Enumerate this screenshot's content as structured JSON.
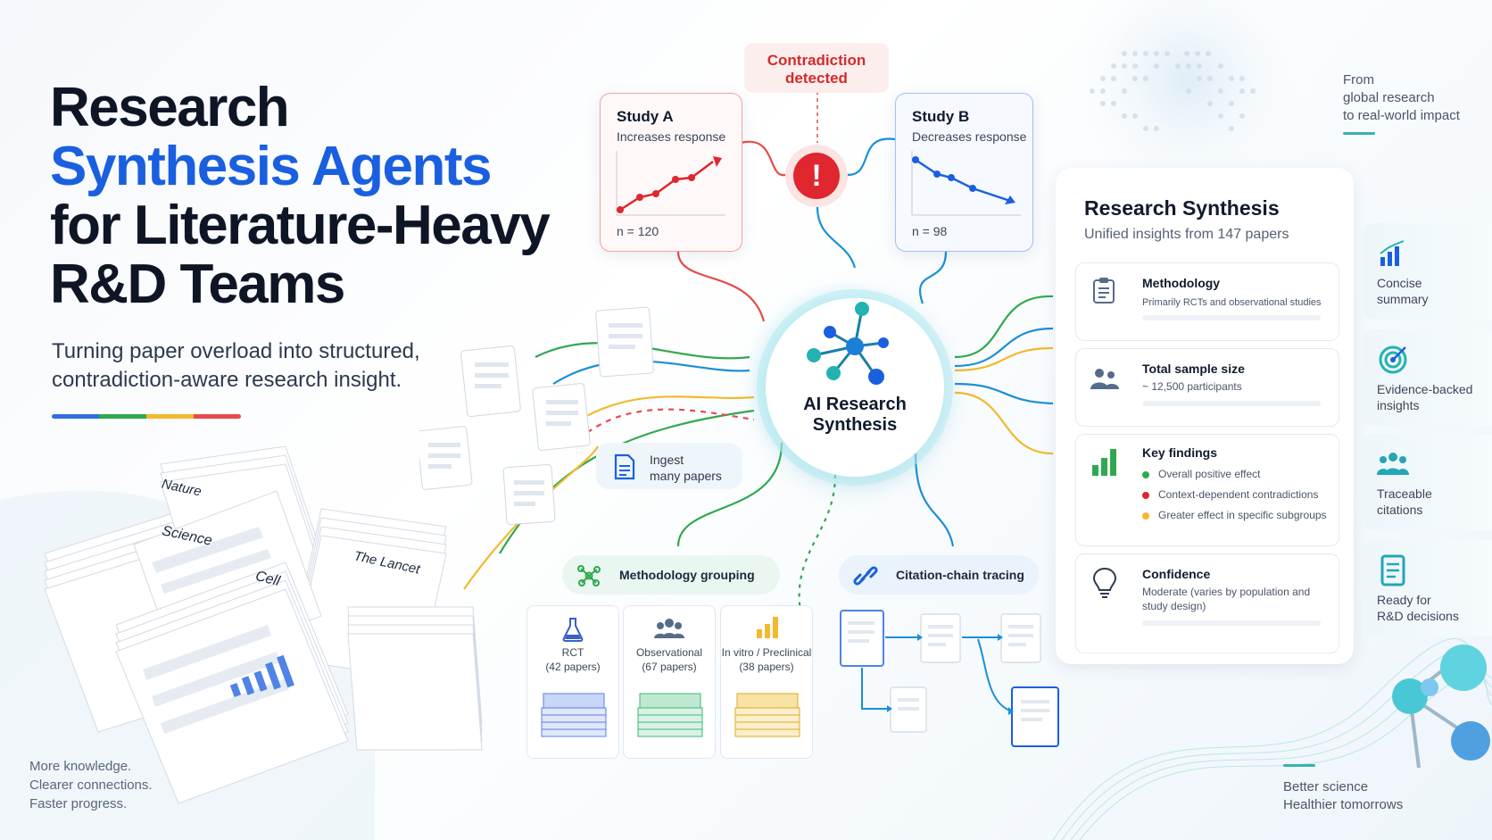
{
  "headline": {
    "line1": "Research",
    "line2": "Synthesis Agents",
    "line3": "for Literature-Heavy",
    "line4": "R&D Teams"
  },
  "subtitle": {
    "line1": "Turning paper overload into structured,",
    "line2": "contradiction-aware research insight."
  },
  "footer_left": [
    "More knowledge.",
    "Clearer connections.",
    "Faster progress."
  ],
  "journals": [
    "Nature",
    "Science",
    "Cell",
    "The Lancet"
  ],
  "contradiction_label": "Contradiction detected",
  "study_a": {
    "title": "Study A",
    "desc": "Increases response",
    "n": "n = 120"
  },
  "study_b": {
    "title": "Study B",
    "desc": "Decreases response",
    "n": "n = 98"
  },
  "hub": {
    "line1": "AI Research",
    "line2": "Synthesis"
  },
  "ingest": {
    "line1": "Ingest",
    "line2": "many papers"
  },
  "methodology_grouping": "Methodology grouping",
  "citation_tracing": "Citation-chain tracing",
  "categories": [
    {
      "line1": "RCT",
      "line2": "(42 papers)",
      "color": "#5b7fe0"
    },
    {
      "line1": "Observational",
      "line2": "(67 papers)",
      "color": "#3fb77a"
    },
    {
      "line1": "In vitro / Preclinical",
      "line2": "(38 papers)",
      "color": "#f2b92e"
    }
  ],
  "panel": {
    "title": "Research Synthesis",
    "subtitle": "Unified insights from 147 papers",
    "methodology": {
      "title": "Methodology",
      "text": "Primarily RCTs and observational studies"
    },
    "sample": {
      "title": "Total sample size",
      "text": "~ 12,500 participants"
    },
    "findings": {
      "title": "Key findings",
      "items": [
        {
          "text": "Overall positive effect",
          "color": "#2fa84f"
        },
        {
          "text": "Context-dependent contradictions",
          "color": "#e0262e"
        },
        {
          "text": "Greater effect in specific subgroups",
          "color": "#f2b92e"
        }
      ]
    },
    "confidence": {
      "title": "Confidence",
      "line1": "Moderate (varies by population and",
      "line2": "study design)"
    }
  },
  "features": [
    {
      "line1": "Concise",
      "line2": "summary",
      "icon": "bar-chart-icon"
    },
    {
      "line1": "Evidence-backed",
      "line2": "insights",
      "icon": "target-icon"
    },
    {
      "line1": "Traceable",
      "line2": "citations",
      "icon": "people-icon"
    },
    {
      "line1": "Ready for",
      "line2": "R&D decisions",
      "icon": "document-icon"
    }
  ],
  "top_right": [
    "From",
    "global research",
    "to real-world impact"
  ],
  "bottom_right": [
    "Better science",
    "Healthier tomorrows"
  ],
  "colors": {
    "blue": "#1a5fe0",
    "red": "#e0262e",
    "green": "#2fa84f",
    "yellow": "#f2b92e",
    "teal": "#2bb6c9"
  }
}
